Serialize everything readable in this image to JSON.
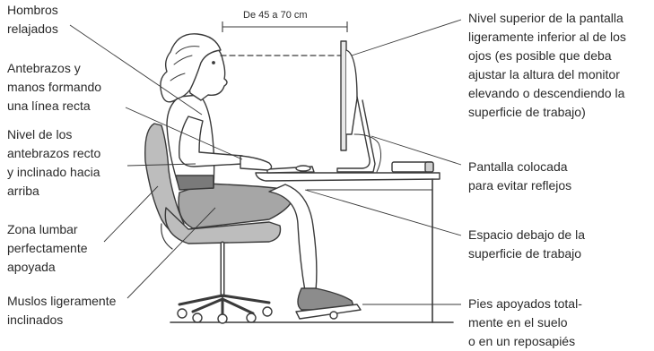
{
  "distance": {
    "label": "De 45 a 70 cm"
  },
  "left_labels": [
    {
      "id": "hombros",
      "text": "Hombros\nrelajados"
    },
    {
      "id": "antebrazos",
      "text": "Antebrazos y\nmanos formando\nuna línea recta"
    },
    {
      "id": "nivel-antebrazos",
      "text": "Nivel de los\nantebrazos recto\ny inclinado hacia\narriba"
    },
    {
      "id": "zona-lumbar",
      "text": "Zona lumbar\nperfectamente\napoyada"
    },
    {
      "id": "muslos",
      "text": "Muslos ligeramente\ninclinados"
    }
  ],
  "right_labels": [
    {
      "id": "nivel-pantalla",
      "text": "Nivel superior de la pantalla\nligeramente inferior al de los\nojos (es posible que deba\najustar la altura del monitor\nelevando o descendiendo la\nsuperficie de trabajo)"
    },
    {
      "id": "pantalla-reflejos",
      "text": "Pantalla colocada\npara evitar reflejos"
    },
    {
      "id": "espacio-debajo",
      "text": "Espacio debajo de la\nsuperficie de trabajo"
    },
    {
      "id": "pies",
      "text": "Pies apoyados total-\nmente en el suelo\no en un reposapiés"
    }
  ]
}
